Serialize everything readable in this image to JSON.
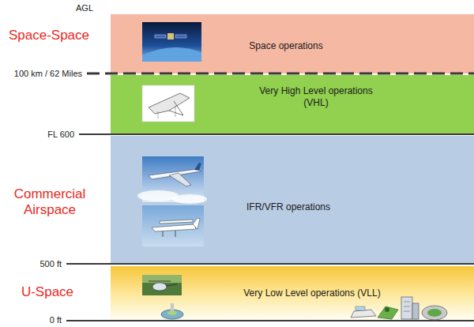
{
  "diagram": {
    "nodes": [
      {
        "text": [
          "Space operations"
        ]
      },
      {
        "text": [
          "Very High Level operations (VHL)"
        ]
      },
      {
        "text": [
          "IFR/VFR operations"
        ]
      },
      {
        "text": [
          "Very Low Level operations (VLL)"
        ]
      }
    ],
    "labels": [
      "AGL",
      "Space-Space",
      "100 km / 62 Miles",
      "FL 600",
      "Commercial Airspace",
      "500 ft",
      "U-Space",
      "0 ft"
    ]
  }
}
